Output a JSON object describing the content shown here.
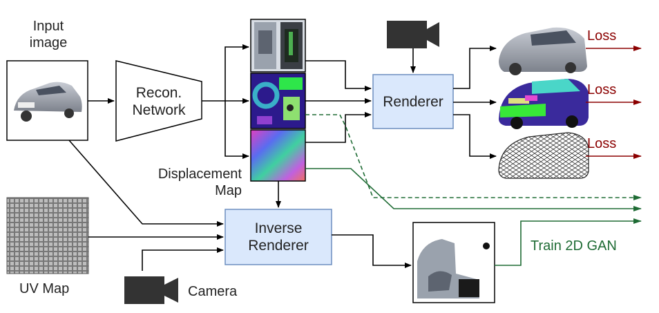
{
  "labels": {
    "input_image_line1": "Input",
    "input_image_line2": "image",
    "recon_line1": "Recon.",
    "recon_line2": "Network",
    "renderer": "Renderer",
    "inverse_line1": "Inverse",
    "inverse_line2": "Renderer",
    "displacement_line1": "Displacement",
    "displacement_line2": "Map",
    "uv_map": "UV Map",
    "camera": "Camera",
    "loss_1": "Loss",
    "loss_2": "Loss",
    "loss_3": "Loss",
    "train_gan": "Train 2D GAN"
  },
  "colors": {
    "box_fill": "#dae8fc",
    "box_stroke": "#6c8ebf",
    "loss": "#8b0000",
    "gan": "#1e6b34",
    "arrow": "#000000",
    "camera": "#333333"
  },
  "icons": [
    "car-photo",
    "texture-map-icon",
    "segmentation-map-icon",
    "displacement-map-icon",
    "uv-grid-icon",
    "camera-icon",
    "rendered-car-icon",
    "segmented-car-icon",
    "wireframe-car-icon",
    "partial-texture-icon"
  ]
}
